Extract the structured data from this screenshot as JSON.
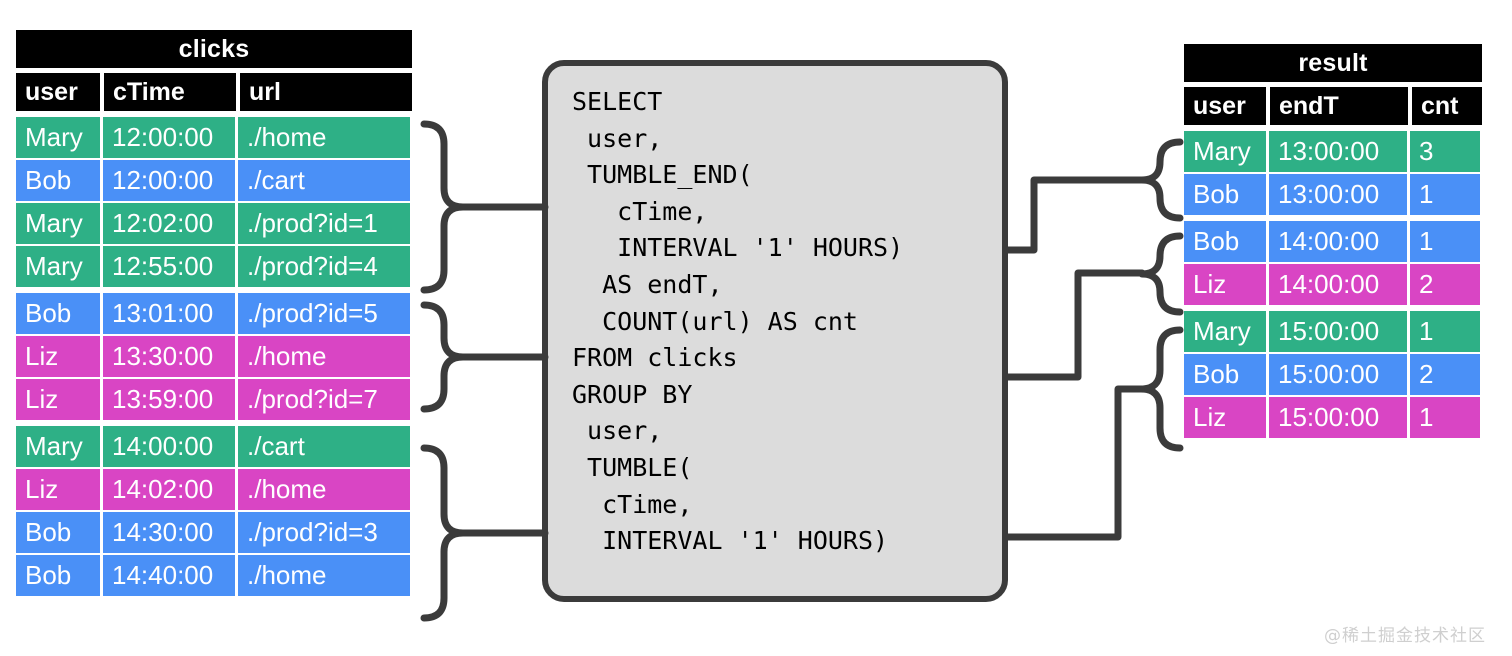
{
  "clicks_table": {
    "title": "clicks",
    "columns": [
      "user",
      "cTime",
      "url"
    ],
    "groups": [
      {
        "rows": [
          {
            "user": "Mary",
            "cTime": "12:00:00",
            "url": "./home",
            "color": "green"
          },
          {
            "user": "Bob",
            "cTime": "12:00:00",
            "url": "./cart",
            "color": "blue"
          },
          {
            "user": "Mary",
            "cTime": "12:02:00",
            "url": "./prod?id=1",
            "color": "green"
          },
          {
            "user": "Mary",
            "cTime": "12:55:00",
            "url": "./prod?id=4",
            "color": "green"
          }
        ]
      },
      {
        "rows": [
          {
            "user": "Bob",
            "cTime": "13:01:00",
            "url": "./prod?id=5",
            "color": "blue"
          },
          {
            "user": "Liz",
            "cTime": "13:30:00",
            "url": "./home",
            "color": "pink"
          },
          {
            "user": "Liz",
            "cTime": "13:59:00",
            "url": "./prod?id=7",
            "color": "pink"
          }
        ]
      },
      {
        "rows": [
          {
            "user": "Mary",
            "cTime": "14:00:00",
            "url": "./cart",
            "color": "green"
          },
          {
            "user": "Liz",
            "cTime": "14:02:00",
            "url": "./home",
            "color": "pink"
          },
          {
            "user": "Bob",
            "cTime": "14:30:00",
            "url": "./prod?id=3",
            "color": "blue"
          },
          {
            "user": "Bob",
            "cTime": "14:40:00",
            "url": "./home",
            "color": "blue"
          }
        ]
      }
    ]
  },
  "result_table": {
    "title": "result",
    "columns": [
      "user",
      "endT",
      "cnt"
    ],
    "groups": [
      {
        "rows": [
          {
            "user": "Mary",
            "endT": "13:00:00",
            "cnt": "3",
            "color": "green"
          },
          {
            "user": "Bob",
            "endT": "13:00:00",
            "cnt": "1",
            "color": "blue"
          }
        ]
      },
      {
        "rows": [
          {
            "user": "Bob",
            "endT": "14:00:00",
            "cnt": "1",
            "color": "blue"
          },
          {
            "user": "Liz",
            "endT": "14:00:00",
            "cnt": "2",
            "color": "pink"
          }
        ]
      },
      {
        "rows": [
          {
            "user": "Mary",
            "endT": "15:00:00",
            "cnt": "1",
            "color": "green"
          },
          {
            "user": "Bob",
            "endT": "15:00:00",
            "cnt": "2",
            "color": "blue"
          },
          {
            "user": "Liz",
            "endT": "15:00:00",
            "cnt": "1",
            "color": "pink"
          }
        ]
      }
    ]
  },
  "query": {
    "sql": "SELECT\n user,\n TUMBLE_END(\n   cTime,\n   INTERVAL '1' HOURS)\n  AS endT,\n  COUNT(url) AS cnt\nFROM clicks\nGROUP BY\n user,\n TUMBLE(\n  cTime,\n  INTERVAL '1' HOURS)"
  },
  "watermark": {
    "text": "@稀土掘金技术社区"
  },
  "colors": {
    "green": "#2eb086",
    "blue": "#4a90f7",
    "pink": "#d945c4",
    "header": "#000000",
    "box_fill": "#dcdcdc",
    "box_border": "#3b3b3b",
    "connector": "#3b3b3b"
  }
}
